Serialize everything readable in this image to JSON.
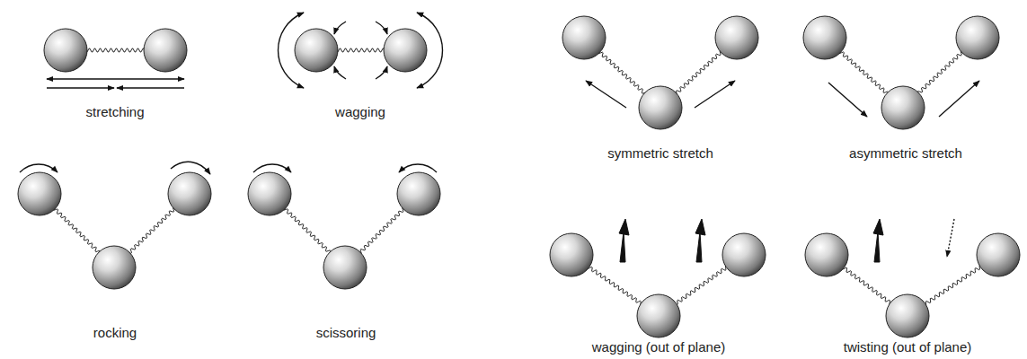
{
  "diagram": {
    "labels": [
      "stretching",
      "wagging",
      "symmetric stretch",
      "asymmetric stretch",
      "rocking",
      "scissoring",
      "wagging (out of plane)",
      "twisting (out of plane)"
    ]
  }
}
